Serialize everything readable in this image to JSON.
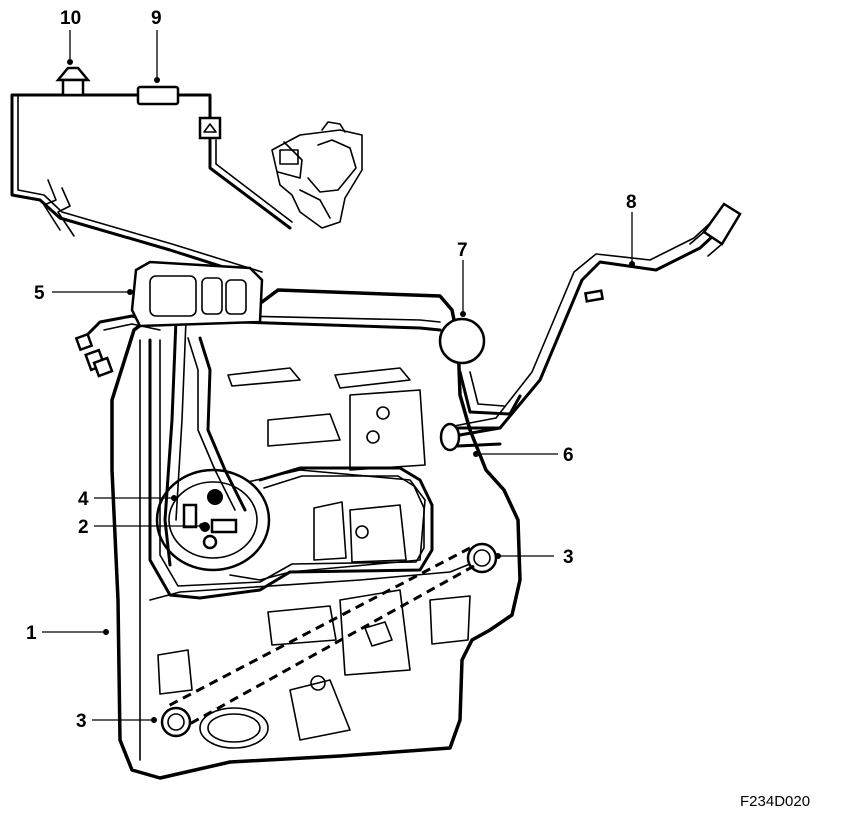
{
  "callouts": [
    {
      "id": "1",
      "label": "1"
    },
    {
      "id": "2",
      "label": "2"
    },
    {
      "id": "3a",
      "label": "3"
    },
    {
      "id": "3b",
      "label": "3"
    },
    {
      "id": "4",
      "label": "4"
    },
    {
      "id": "5",
      "label": "5"
    },
    {
      "id": "6",
      "label": "6"
    },
    {
      "id": "7",
      "label": "7"
    },
    {
      "id": "8",
      "label": "8"
    },
    {
      "id": "9",
      "label": "9"
    },
    {
      "id": "10",
      "label": "10"
    }
  ],
  "figure_code": "F234D020"
}
